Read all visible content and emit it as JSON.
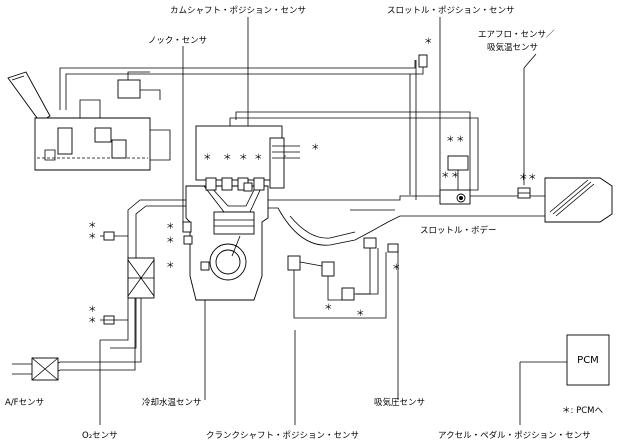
{
  "labels": {
    "camshaft": "カムシャフト・ポジション・センサ",
    "throttle_pos": "スロットル・ポジション・センサ",
    "knock": "ノック・センサ",
    "airflow": "エアフロ・センサ／",
    "intake_temp": "吸気温センサ",
    "throttle_body": "スロットル・ボデー",
    "af_sensor": "A/Fセンサ",
    "coolant": "冷却水温センサ",
    "map_sensor": "吸気圧センサ",
    "o2_sensor": "O₂センサ",
    "crankshaft": "クランクシャフト・ポジション・センサ",
    "accel_pedal": "アクセル・ペダル・ポジション・センサ",
    "pcm": "PCM",
    "legend": "＊: PCMへ",
    "ast": "＊"
  }
}
